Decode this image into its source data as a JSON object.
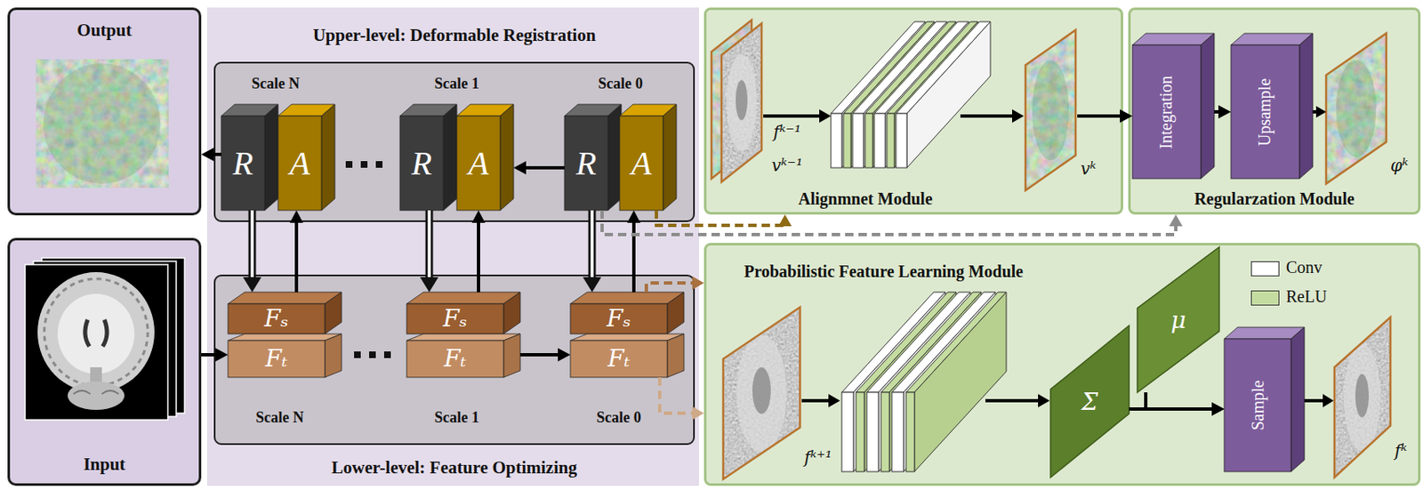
{
  "diagram": {
    "nodes": [
      {
        "text": [
          "Output"
        ]
      },
      {
        "text": [
          "Input"
        ]
      },
      {
        "text": [
          "Upper-level: Deformable Registration"
        ]
      },
      {
        "text": [
          "R"
        ],
        "in": 2
      },
      {
        "text": [
          "A"
        ],
        "in": 2
      },
      {
        "text": [
          "R"
        ],
        "in": 2
      },
      {
        "text": [
          "A"
        ],
        "in": 2
      },
      {
        "text": [
          "R"
        ],
        "in": 2
      },
      {
        "text": [
          "A"
        ],
        "in": 2
      },
      {
        "text": [
          "Lower-level: Feature Optimizing"
        ]
      },
      {
        "text": [
          "Fₛ"
        ],
        "in": 9
      },
      {
        "text": [
          "Fₜ"
        ],
        "in": 9
      },
      {
        "text": [
          "Fₛ"
        ],
        "in": 9
      },
      {
        "text": [
          "Fₜ"
        ],
        "in": 9
      },
      {
        "text": [
          "Fₛ"
        ],
        "in": 9
      },
      {
        "text": [
          "Fₜ"
        ],
        "in": 9
      },
      {
        "text": [
          "Alignmnet Module"
        ]
      },
      {
        "text": [
          "Regularzation Module"
        ]
      },
      {
        "text": [
          "Integration"
        ],
        "in": 17
      },
      {
        "text": [
          "Upsample"
        ],
        "in": 17
      },
      {
        "text": [
          "Probabilistic Feature Learning Module"
        ]
      },
      {
        "text": [
          "Σ"
        ],
        "in": 20
      },
      {
        "text": [
          "μ"
        ],
        "in": 20
      },
      {
        "text": [
          "Sample"
        ],
        "in": 20
      }
    ],
    "edges": [
      {
        "from": 1,
        "to": 11,
        "arrow": "to"
      },
      {
        "from": 13,
        "to": 15,
        "arrow": "to"
      },
      {
        "from": 7,
        "to": 6,
        "arrow": "to"
      },
      {
        "from": 3,
        "to": 0,
        "arrow": "to"
      },
      {
        "from": 3,
        "to": 10,
        "arrow": "to"
      },
      {
        "from": 10,
        "to": 4,
        "arrow": "to"
      },
      {
        "from": 5,
        "to": 12,
        "arrow": "to"
      },
      {
        "from": 12,
        "to": 6,
        "arrow": "to"
      },
      {
        "from": 7,
        "to": 14,
        "arrow": "to"
      },
      {
        "from": 14,
        "to": 8,
        "arrow": "to"
      },
      {
        "from": 8,
        "to": 16,
        "arrow": "to"
      },
      {
        "from": 7,
        "to": 17,
        "arrow": "to"
      },
      {
        "from": 14,
        "to": 20,
        "arrow": "to"
      },
      {
        "from": 15,
        "to": 20,
        "arrow": "to"
      },
      {
        "from": 16,
        "to": 18,
        "arrow": "to"
      },
      {
        "from": 18,
        "to": 19,
        "arrow": "to"
      },
      {
        "from": 21,
        "to": 23,
        "arrow": "to"
      },
      {
        "from": 22,
        "to": 23,
        "arrow": "to"
      }
    ],
    "labels": [
      "Scale N",
      "Scale 1",
      "Scale 0",
      "Scale N",
      "Scale 1",
      "Scale 0",
      "fᵏ⁻¹",
      "vᵏ⁻¹",
      "vᵏ",
      "φᵏ",
      "fᵏ⁺¹",
      "fᵏ"
    ],
    "legend": [
      {
        "text": "Conv",
        "color": "#ffffff"
      },
      {
        "text": "ReLU",
        "color": "#c5dca0"
      }
    ]
  }
}
